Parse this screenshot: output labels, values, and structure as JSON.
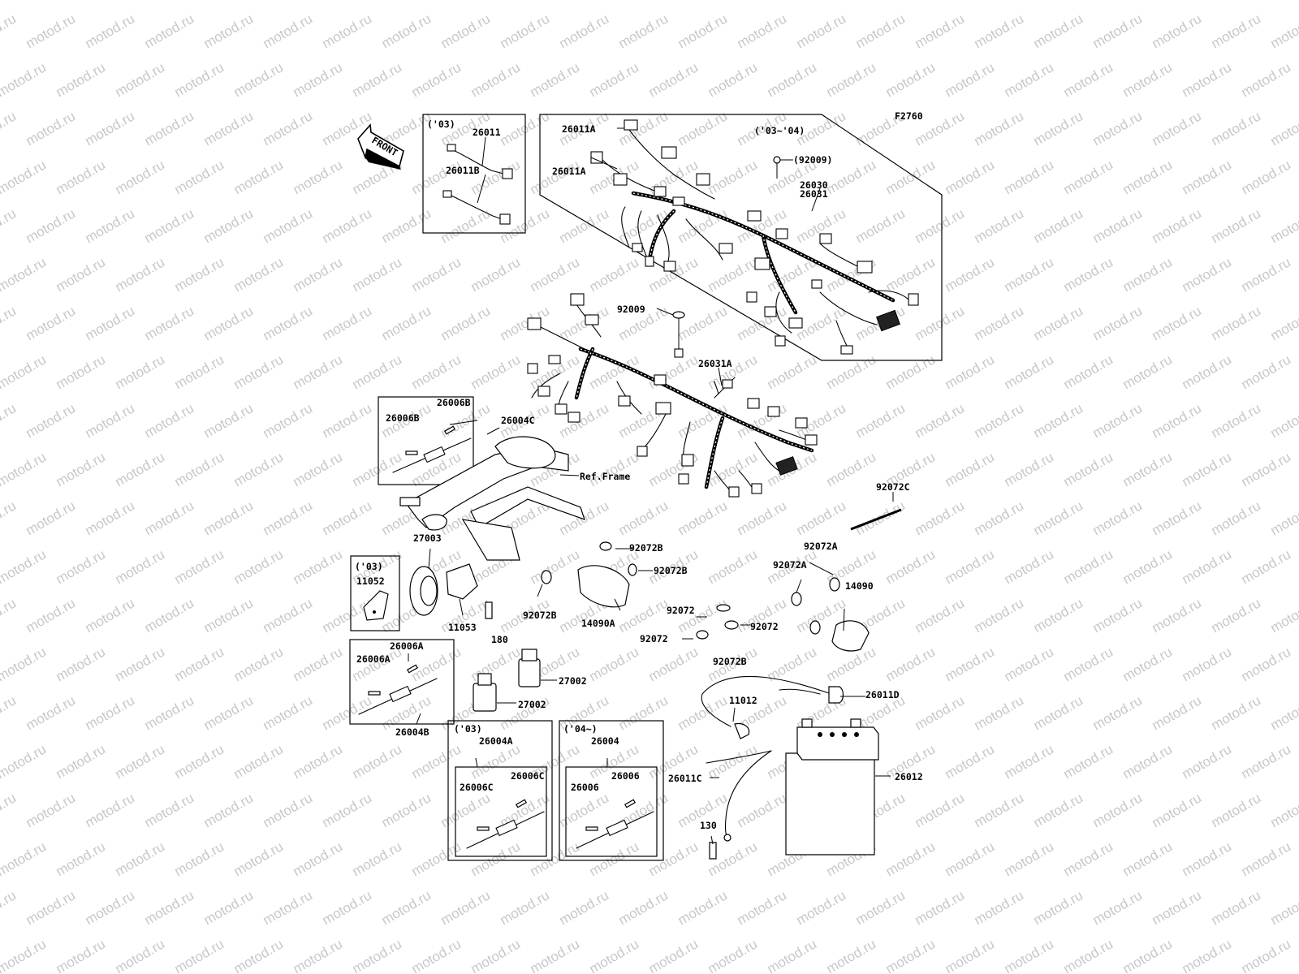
{
  "figure_code": "F2760",
  "front_label": "FRONT",
  "watermark_text": "motod.ru",
  "labels": {
    "y03_a": "('03)",
    "p26011": "26011",
    "p26011B": "26011B",
    "p26011A_1": "26011A",
    "p26011A_2": "26011A",
    "y03_04": "('03~'04)",
    "p92009_b": "(92009)",
    "p26030": "26030",
    "p26031": "26031",
    "p92009": "92009",
    "p26031A": "26031A",
    "p26006B_1": "26006B",
    "p26006B_2": "26006B",
    "p26004C": "26004C",
    "ref_frame": "Ref.Frame",
    "p92072C": "92072C",
    "p27003": "27003",
    "y03_b": "('03)",
    "p11052": "11052",
    "p11053": "11053",
    "p180": "180",
    "p92072B_1": "92072B",
    "p92072B_2": "92072B",
    "p92072B_3": "92072B",
    "p92072B_4": "92072B",
    "p14090A": "14090A",
    "p92072A_1": "92072A",
    "p92072A_2": "92072A",
    "p14090": "14090",
    "p92072_1": "92072",
    "p92072_2": "92072",
    "p92072_3": "92072",
    "p26006A_1": "26006A",
    "p26006A_2": "26006A",
    "p26004B": "26004B",
    "p27002_1": "27002",
    "p27002_2": "27002",
    "p26011D": "26011D",
    "p11012": "11012",
    "y03_c": "('03)",
    "p26004A": "26004A",
    "p26006C_1": "26006C",
    "p26006C_2": "26006C",
    "y04": "('04~)",
    "p26004": "26004",
    "p26006_1": "26006",
    "p26006_2": "26006",
    "p26011C": "26011C",
    "p26012": "26012",
    "p130": "130"
  }
}
